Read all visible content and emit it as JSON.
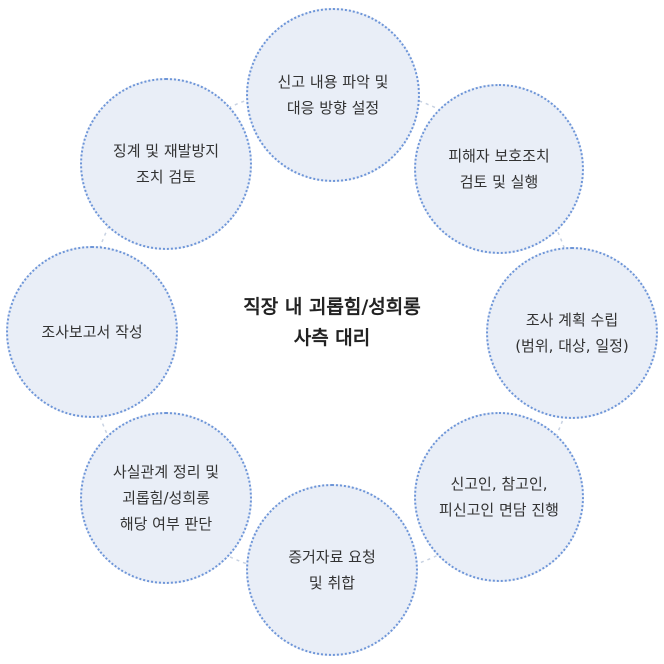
{
  "center": {
    "title": "직장 내 괴롭힘/성희롱\n사측 대리"
  },
  "steps": [
    {
      "label": "신고 내용 파악 및\n대응 방향 설정"
    },
    {
      "label": "피해자 보호조치\n검토 및 실행"
    },
    {
      "label": "조사 계획 수립\n(범위, 대상, 일정)"
    },
    {
      "label": "신고인, 참고인,\n피신고인 면담 진행"
    },
    {
      "label": "증거자료 요청\n및 취합"
    },
    {
      "label": "사실관계 정리 및\n괴롭힘/성희롱\n해당 여부 판단"
    },
    {
      "label": "조사보고서 작성"
    },
    {
      "label": "징계 및 재발방지\n조치 검토"
    }
  ],
  "colors": {
    "node_fill": "#e9eef7",
    "node_border": "#6d95d8",
    "connector": "#c8d2e2"
  }
}
